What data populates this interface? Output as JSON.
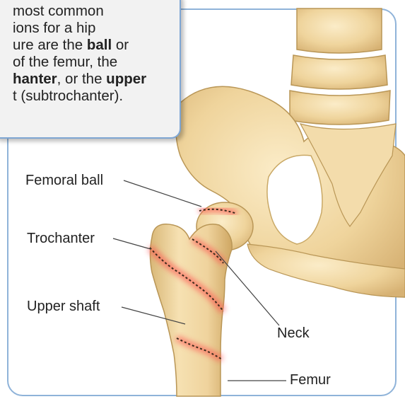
{
  "callout": {
    "line1": "most common",
    "line2": "ions for a hip",
    "line3a": "ure are the ",
    "line3b": "ball",
    "line3c": " or",
    "line4": " of the femur, the",
    "line5a": "hanter",
    "line5b": ", or the ",
    "line5c": "upper",
    "line6": "t (subtrochanter)."
  },
  "labels": {
    "femoral_ball": "Femoral ball",
    "trochanter": "Trochanter",
    "upper_shaft": "Upper shaft",
    "neck": "Neck",
    "femur": "Femur"
  },
  "colors": {
    "bone": "#f1d9a6",
    "bone_shadow": "#d6b878",
    "border": "#8fb3d9",
    "fracture": "#d9343a"
  }
}
